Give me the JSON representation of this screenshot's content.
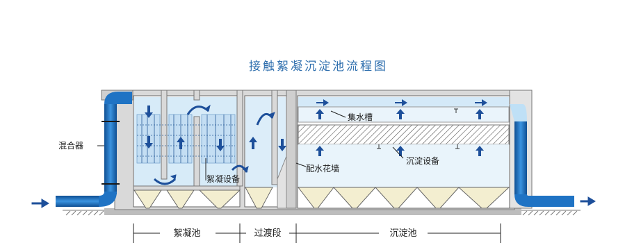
{
  "title": "接触絮凝沉淀池流程图",
  "labels": {
    "mixer": "混合器",
    "collector_trough": "集水槽",
    "settling_device_right": "沉淀设备",
    "flocculation_device": "絮凝设备",
    "distribution_wall": "配水花墙"
  },
  "zones": {
    "flocculation": "絮凝池",
    "transition": "过渡段",
    "sedimentation": "沉淀池"
  },
  "colors": {
    "water": "#cfe6f7",
    "pipe": "#1f73c4",
    "arrow": "#1d4f9a",
    "concrete": "#d6d6d6",
    "sludge": "#f3eed0",
    "title": "#2f6fae"
  }
}
